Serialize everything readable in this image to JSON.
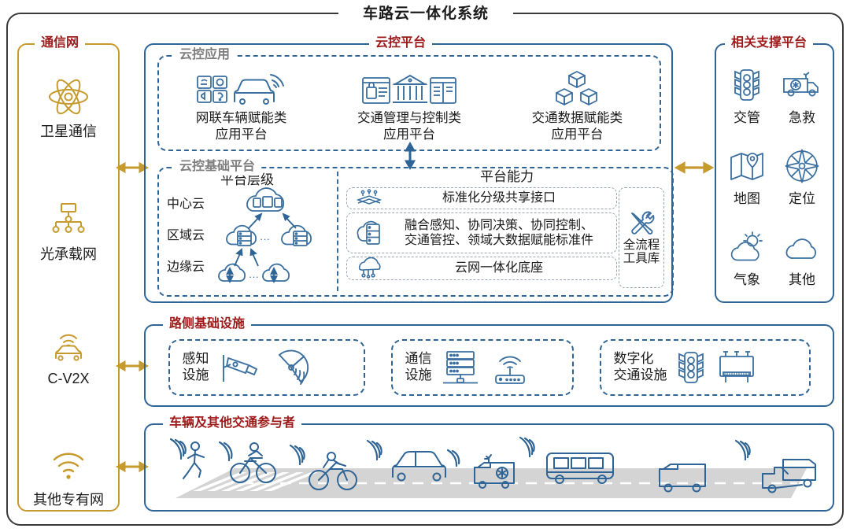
{
  "diagram": {
    "title": "车路云一体化系统"
  },
  "communication": {
    "label": "通信网",
    "items": [
      {
        "icon": "satellite-icon",
        "label": "卫星通信"
      },
      {
        "icon": "optical-network-icon",
        "label": "光承载网"
      },
      {
        "icon": "cv2x-car-icon",
        "label": "C-V2X"
      },
      {
        "icon": "wifi-signal-icon",
        "label": "其他专有网"
      }
    ]
  },
  "cloud_platform": {
    "label": "云控平台",
    "application": {
      "label": "云控应用",
      "items": [
        {
          "icon": "connected-vehicle-icon",
          "line1": "网联车辆赋能类",
          "line2": "应用平台"
        },
        {
          "icon": "traffic-management-icon",
          "line1": "交通管理与控制类",
          "line2": "应用平台"
        },
        {
          "icon": "data-cubes-icon",
          "line1": "交通数据赋能类",
          "line2": "应用平台"
        }
      ]
    },
    "base": {
      "label": "云控基础平台",
      "tier_title": "平台层级",
      "tiers": [
        "中心云",
        "区域云",
        "边缘云"
      ],
      "capability_title": "平台能力",
      "capabilities": [
        {
          "icon": "layered-interface-icon",
          "text": "标准化分级共享接口"
        },
        {
          "icon": "cloud-server-icon",
          "line1": "融合感知、协同决策、协同控制、",
          "line2": "交通管控、领域大数据赋能标准件"
        },
        {
          "icon": "cloud-network-icon",
          "text": "云网一体化底座"
        }
      ],
      "toolbox": {
        "icon": "tools-icon",
        "text": "全流程工具库"
      }
    }
  },
  "support_platform": {
    "label": "相关支撑平台",
    "items": [
      {
        "icon": "traffic-light-icon",
        "label": "交管"
      },
      {
        "icon": "ambulance-icon",
        "label": "急救"
      },
      {
        "icon": "map-icon",
        "label": "地图"
      },
      {
        "icon": "compass-icon",
        "label": "定位"
      },
      {
        "icon": "weather-icon",
        "label": "气象"
      },
      {
        "icon": "cloud-icon",
        "label": "其他"
      }
    ]
  },
  "roadside": {
    "label": "路侧基础设施",
    "items": [
      {
        "line1": "感知",
        "line2": "设施",
        "icons": [
          "camera-icon",
          "radar-icon"
        ]
      },
      {
        "line1": "通信",
        "line2": "设施",
        "icons": [
          "server-rack-icon",
          "rsu-antenna-icon"
        ]
      },
      {
        "line1": "数字化",
        "line2": "交通设施",
        "icons": [
          "traffic-light-icon",
          "vms-board-icon"
        ]
      }
    ]
  },
  "vehicles": {
    "label": "车辆及其他交通参与者",
    "participants": [
      "pedestrian-icon",
      "bicycle-icon",
      "motorcycle-icon",
      "car-icon",
      "ambulance-icon",
      "bus-icon",
      "van-icon",
      "truck-icon"
    ]
  },
  "colors": {
    "red_label": "#9e1a1a",
    "gray_label": "#7e7e7e",
    "blue_line": "#2f6496",
    "gold_line": "#c79a2e",
    "icon_blue": "#3a6fa0",
    "road_gray": "#d4d4d4"
  }
}
